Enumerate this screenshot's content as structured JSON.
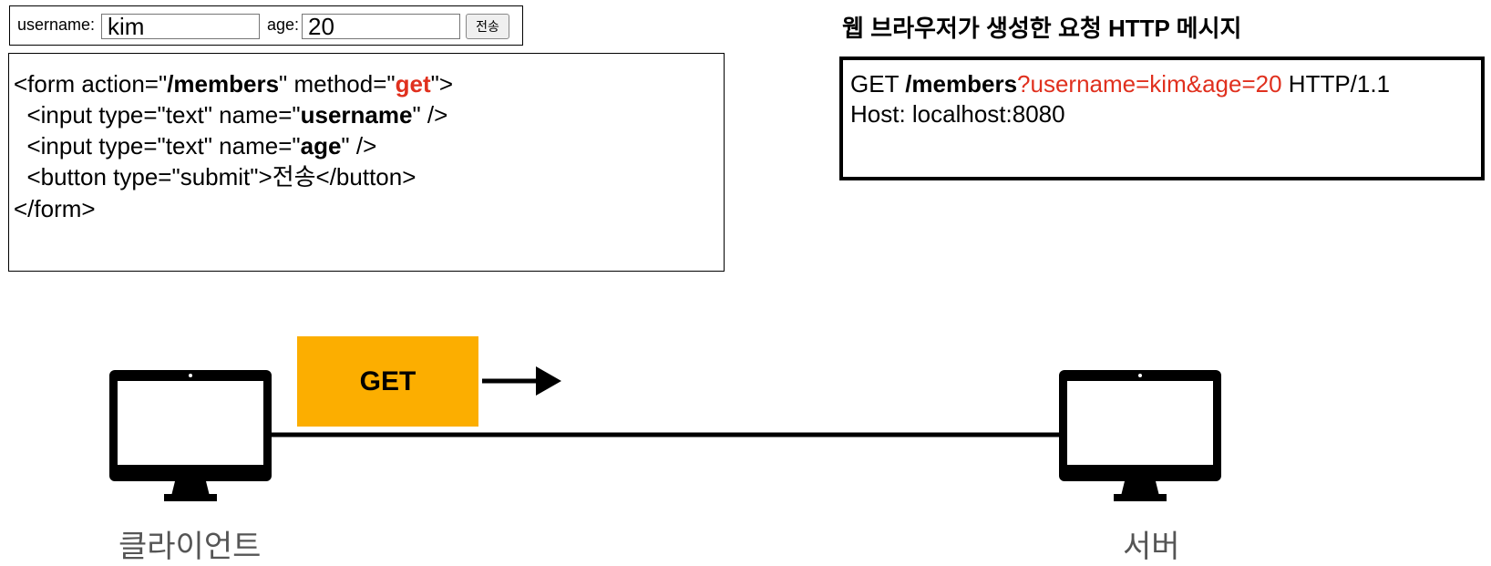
{
  "form_preview": {
    "username_label": "username:",
    "username_value": "kim",
    "age_label": "age:",
    "age_value": "20",
    "submit_label": "전송"
  },
  "code": {
    "line1_pre": "<form action=\"",
    "line1_action": "/members",
    "line1_mid": "\" method=\"",
    "line1_method": "get",
    "line1_post": "\">",
    "line2_pre": "  <input type=\"text\" name=\"",
    "line2_name": "username",
    "line2_post": "\" />",
    "line3_pre": "  <input type=\"text\" name=\"",
    "line3_name": "age",
    "line3_post": "\" />",
    "line4": "  <button type=\"submit\">전송</button>",
    "line5": "</form>"
  },
  "http_message": {
    "title": "웹 브라우저가 생성한 요청 HTTP 메시지",
    "line1_method": "GET ",
    "line1_path": "/members",
    "line1_query": "?username=kim&age=20",
    "line1_version": " HTTP/1.1",
    "line2": "Host: localhost:8080"
  },
  "diagram": {
    "request_label": "GET",
    "client_label": "클라이언트",
    "server_label": "서버"
  },
  "colors": {
    "highlight_red": "#e0301e",
    "request_box": "#fcae00",
    "node_label": "#555555"
  }
}
